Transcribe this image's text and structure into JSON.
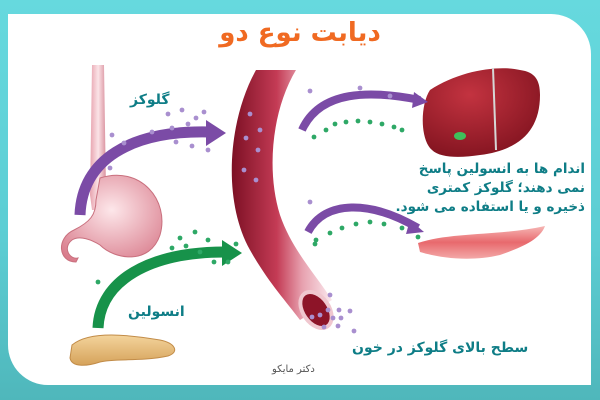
{
  "title": "دیابت نوع دو",
  "labels": {
    "glucose": "گلوکز",
    "insulin": "انسولین",
    "organs_response": "اندام ها به انسولین پاسخ نمی دهند؛ گلوکز کمتری ذخیره و یا استفاده می شود.",
    "high_blood_glucose": "سطح بالای گلوکز در خون"
  },
  "credit": "دکتر مایکو",
  "organs": [
    "stomach",
    "pancreas",
    "blood-vessel",
    "liver",
    "muscle"
  ],
  "colors": {
    "frame_teal": "#5fd3d8",
    "title_orange": "#f06a22",
    "label_teal": "#0e7d86",
    "glucose_purple": "#7b4ba6",
    "insulin_green": "#17924a",
    "vessel_red": "#a61e35",
    "liver_red": "#9b1c28",
    "muscle_pink": "#e8797a"
  }
}
